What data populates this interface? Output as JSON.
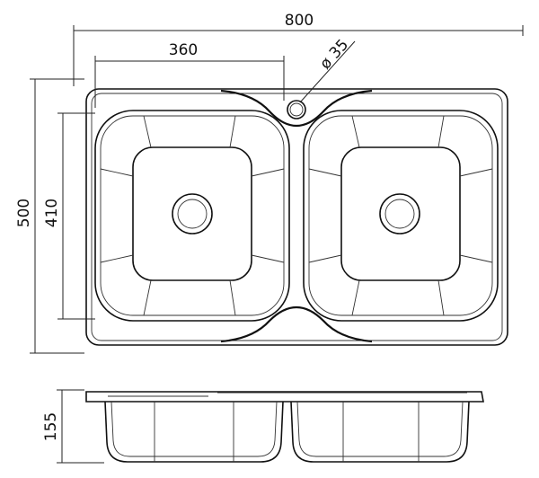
{
  "dimensions": {
    "overall_width": "800",
    "bowl_width": "360",
    "tap_hole": "ø 35",
    "overall_depth": "500",
    "bowl_depth": "410",
    "bowl_height": "155"
  },
  "colors": {
    "line": "#111111",
    "background": "#ffffff"
  }
}
